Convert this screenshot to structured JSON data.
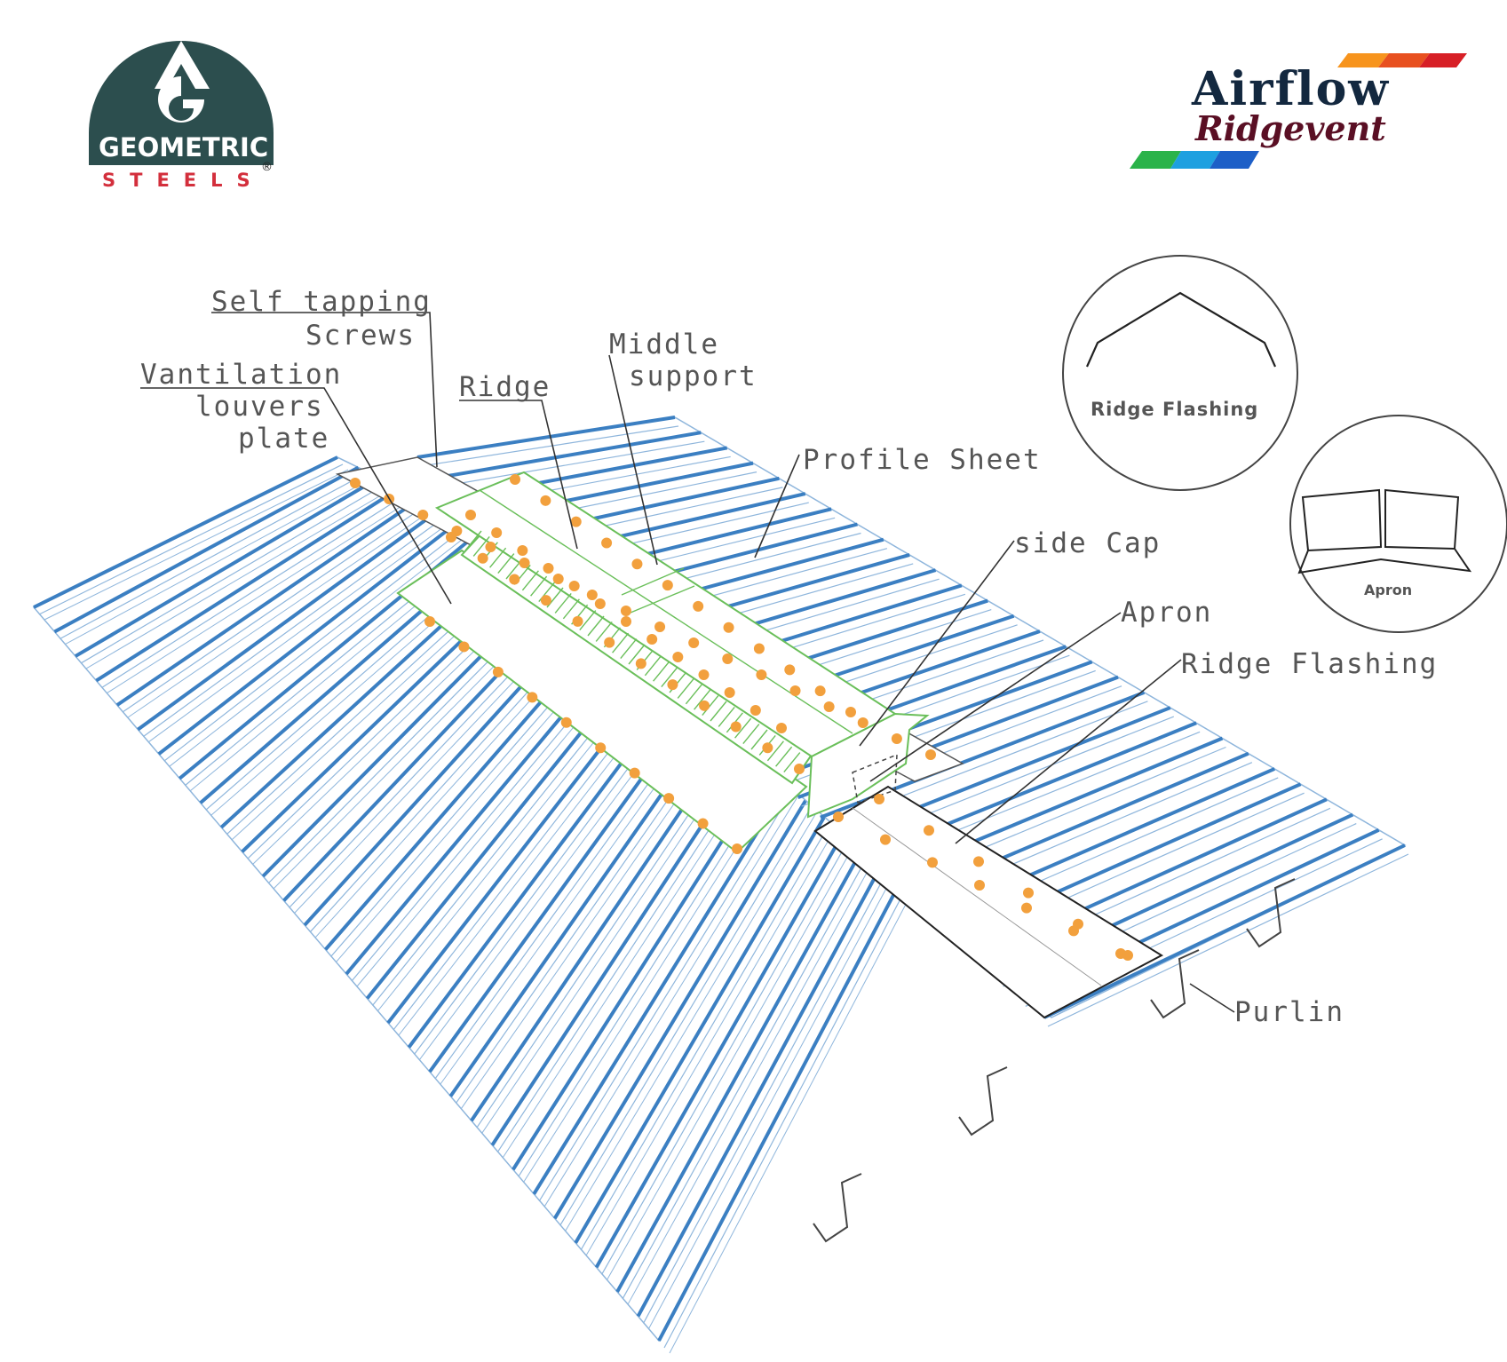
{
  "brand_left": {
    "name": "GEOMETRIC",
    "sub": "STEELS",
    "registered": "®",
    "colors": {
      "badge": "#2c4e4e",
      "accent": "#d32f3c"
    }
  },
  "brand_right": {
    "name": "Airflow",
    "sub": "Ridgevent",
    "colors": {
      "name": "#13283f",
      "sub": "#5a0f24",
      "stripe_top": [
        "#f7941d",
        "#e8501f",
        "#d71f26"
      ],
      "stripe_bottom": [
        "#2bb34a",
        "#1ea0e0",
        "#1d5fc7"
      ]
    }
  },
  "labels": {
    "self_tapping_screws": [
      "Self tapping",
      "Screws"
    ],
    "ventilation_louvers_plate": [
      "Vantilation",
      "louvers",
      "plate"
    ],
    "ridge": "Ridge",
    "middle_support": [
      "Middle",
      "support"
    ],
    "profile_sheet": "Profile Sheet",
    "side_cap": "side Cap",
    "apron": "Apron",
    "ridge_flashing": "Ridge Flashing",
    "purlin": "Purlin"
  },
  "detail_circles": {
    "ridge_flashing": "Ridge Flashing",
    "apron": "Apron"
  },
  "colors": {
    "sheet_rib": "#3b7fc2",
    "sheet_line": "#8fb6dc",
    "vent_outline": "#6abf5a",
    "screw": "#f2a03d",
    "leader": "#333333"
  }
}
